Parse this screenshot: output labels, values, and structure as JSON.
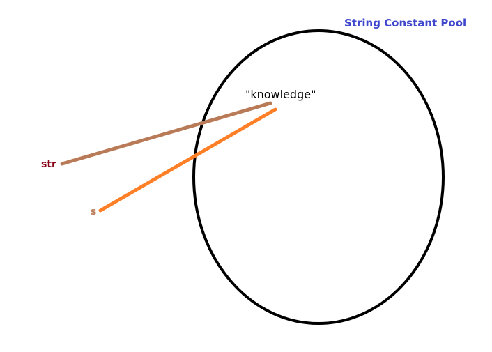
{
  "pool": {
    "title": "String Constant Pool",
    "title_color": "#3f48cc",
    "outline_color": "#000000"
  },
  "literal": {
    "text": "\"knowledge\"",
    "color": "#000000"
  },
  "references": [
    {
      "name": "str",
      "label_color": "#880015",
      "line_color": "#b97a57"
    },
    {
      "name": "s",
      "label_color": "#b97a57",
      "line_color": "#ff7f27"
    }
  ]
}
